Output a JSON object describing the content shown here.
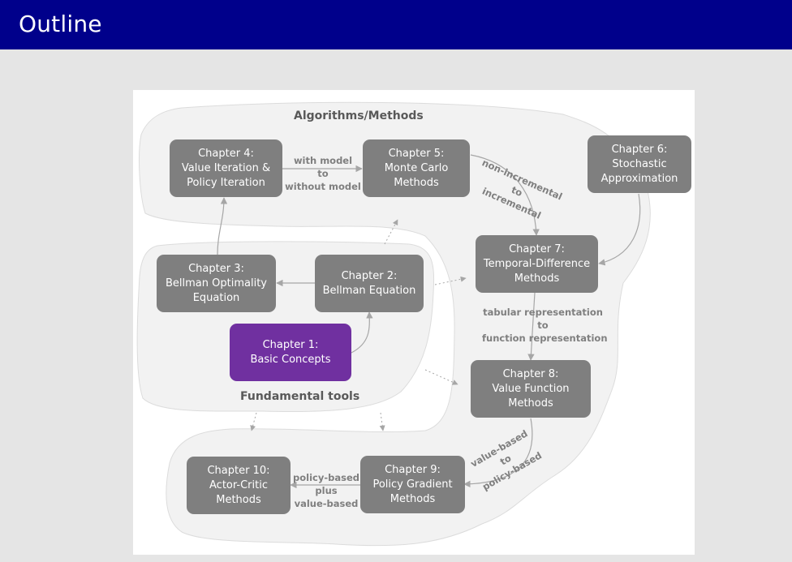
{
  "header": {
    "title": "Outline",
    "background": "#00008b"
  },
  "colors": {
    "node": "#7f7f7f",
    "node_primary": "#7030a0",
    "region": "#f2f2f2",
    "edge": "#a6a6a6",
    "label": "#7f7f7f"
  },
  "regions": {
    "algorithms": "Algorithms/Methods",
    "fundamental": "Fundamental tools"
  },
  "nodes": {
    "ch1": {
      "line1": "Chapter 1:",
      "line2": "Basic Concepts",
      "line3": ""
    },
    "ch2": {
      "line1": "Chapter 2:",
      "line2": "Bellman Equation",
      "line3": ""
    },
    "ch3": {
      "line1": "Chapter 3:",
      "line2": "Bellman Optimality",
      "line3": "Equation"
    },
    "ch4": {
      "line1": "Chapter 4:",
      "line2": "Value Iteration &",
      "line3": "Policy Iteration"
    },
    "ch5": {
      "line1": "Chapter 5:",
      "line2": "Monte Carlo",
      "line3": "Methods"
    },
    "ch6": {
      "line1": "Chapter 6:",
      "line2": "Stochastic",
      "line3": "Approximation"
    },
    "ch7": {
      "line1": "Chapter 7:",
      "line2": "Temporal-Difference",
      "line3": "Methods"
    },
    "ch8": {
      "line1": "Chapter 8:",
      "line2": "Value Function",
      "line3": "Methods"
    },
    "ch9": {
      "line1": "Chapter 9:",
      "line2": "Policy Gradient",
      "line3": "Methods"
    },
    "ch10": {
      "line1": "Chapter 10:",
      "line2": "Actor-Critic",
      "line3": "Methods"
    }
  },
  "edge_labels": {
    "ch4_ch5": {
      "line1": "with model",
      "line2": "to",
      "line3": "without model"
    },
    "ch5_ch7": {
      "line1": "non-incremental",
      "line2": "to",
      "line3": "incremental"
    },
    "ch7_ch8": {
      "line1": "tabular representation",
      "line2": "to",
      "line3": "function representation"
    },
    "ch8_ch9": {
      "line1": "value-based",
      "line2": "to",
      "line3": "policy-based"
    },
    "ch9_ch10": {
      "line1": "policy-based",
      "line2": "plus",
      "line3": "value-based"
    }
  }
}
